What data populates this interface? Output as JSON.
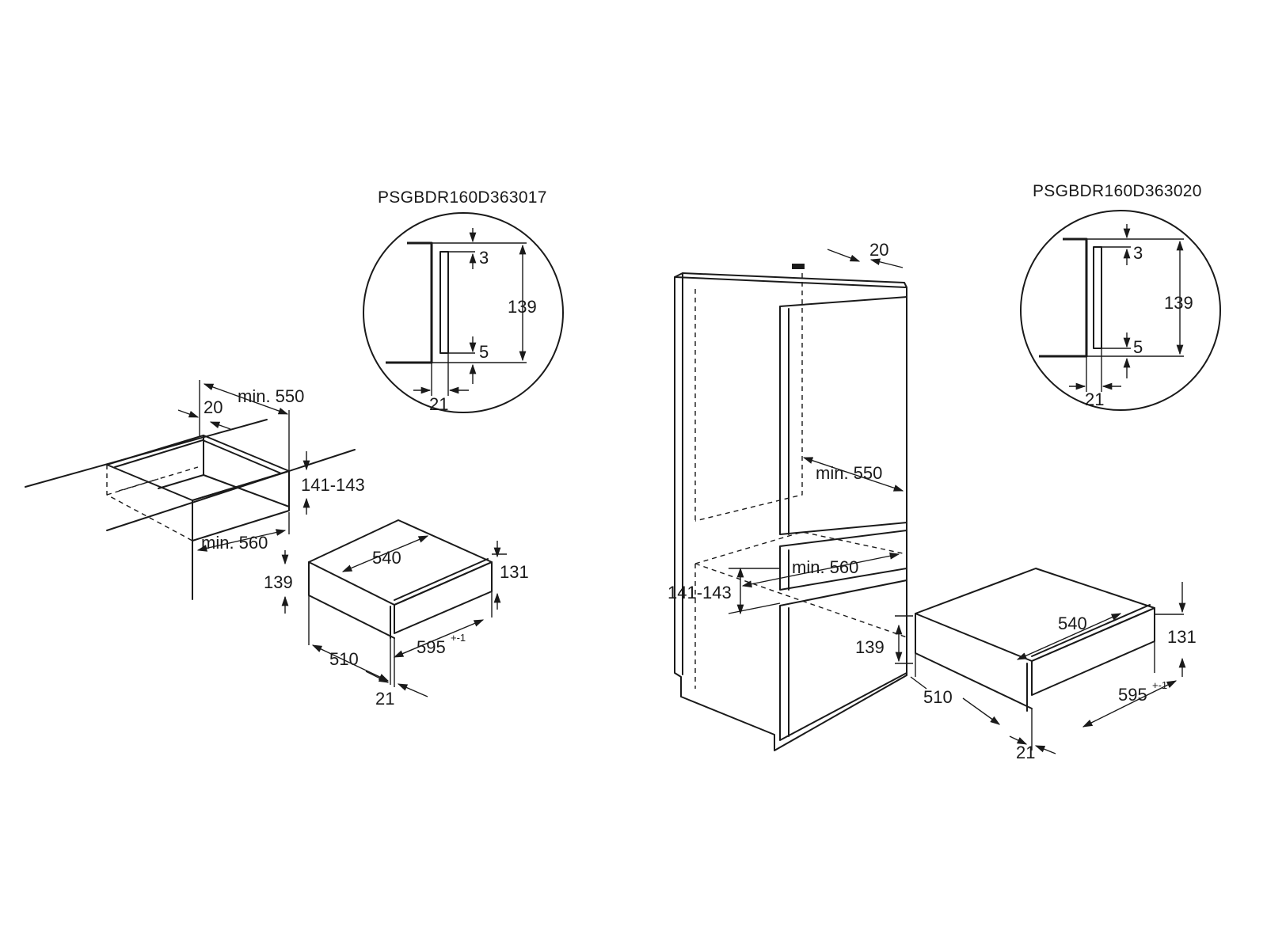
{
  "left": {
    "detail_code": "PSGBDR160D363017",
    "detail": {
      "top_gap": "3",
      "height": "139",
      "bottom_gap": "5",
      "depth": "21"
    },
    "niche": {
      "min_depth": "min. 550",
      "recess": "20",
      "height": "141-143",
      "min_width": "min. 560"
    },
    "unit": {
      "width": "540",
      "front_height": "131",
      "body_height": "139",
      "depth": "510",
      "front_width": "595",
      "front_width_tol": "+-1",
      "front_depth": "21"
    }
  },
  "right": {
    "detail_code": "PSGBDR160D363020",
    "detail": {
      "top_gap": "3",
      "height": "139",
      "bottom_gap": "5",
      "depth": "21"
    },
    "cabinet": {
      "recess": "20",
      "min_depth": "min. 550",
      "min_width": "min. 560",
      "height": "141-143"
    },
    "unit": {
      "width": "540",
      "front_height": "131",
      "body_height": "139",
      "depth": "510",
      "front_width": "595",
      "front_width_tol": "+-1",
      "front_depth": "21"
    }
  }
}
